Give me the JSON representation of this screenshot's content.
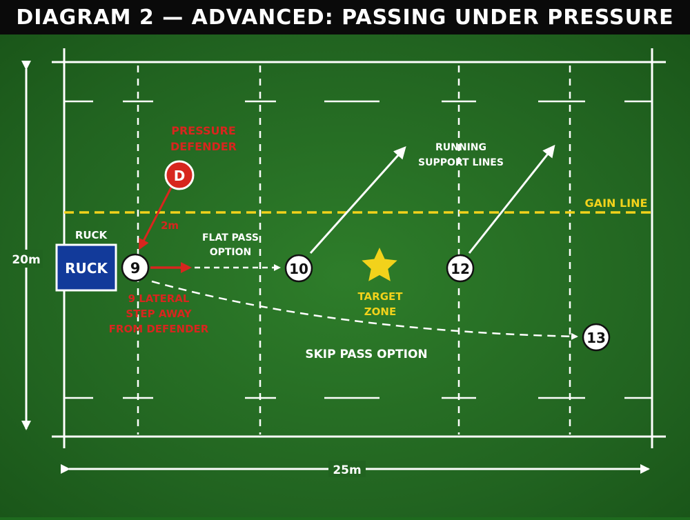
{
  "title": "DIAGRAM 2 — ADVANCED: PASSING UNDER PRESSURE",
  "colors": {
    "grass": "#216320",
    "line": "#ffffff",
    "red": "#d7261e",
    "yellow": "#f2d21b",
    "ruck_blue": "#123a9a"
  },
  "dimensions": {
    "width_label": "25m",
    "height_label": "20m"
  },
  "ruck": {
    "box_text": "RUCK",
    "label": "RUCK"
  },
  "defender": {
    "marker": "D",
    "label_line1": "PRESSURE",
    "label_line2": "DEFENDER",
    "distance": "2m"
  },
  "players": {
    "p9": "9",
    "p10": "10",
    "p12": "12",
    "p13": "13"
  },
  "labels": {
    "flat_pass_1": "FLAT PASS",
    "flat_pass_2": "OPTION",
    "lateral_1": "9 LATERAL",
    "lateral_2": "STEP AWAY",
    "lateral_3": "FROM DEFENDER",
    "running_1": "RUNNING",
    "running_2": "SUPPORT LINES",
    "gain_line": "GAIN LINE",
    "target_1": "TARGET",
    "target_2": "ZONE",
    "skip_pass": "SKIP PASS OPTION"
  }
}
